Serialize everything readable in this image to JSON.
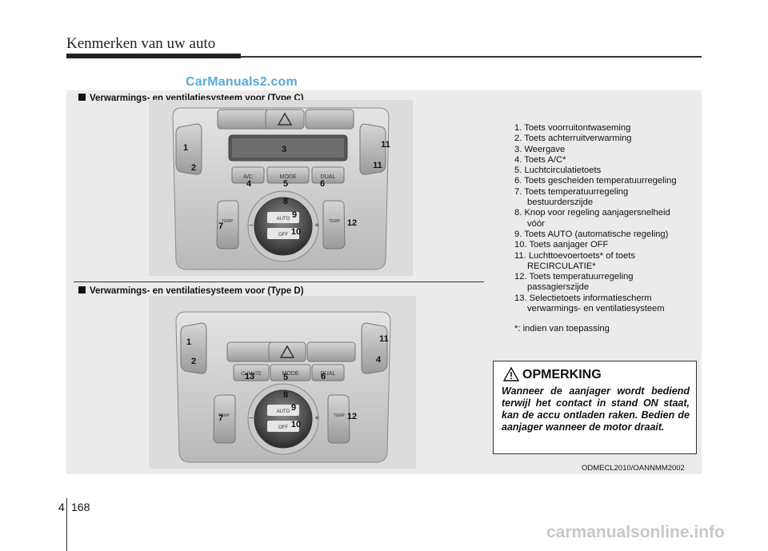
{
  "header": {
    "title": "Kenmerken van uw auto"
  },
  "watermark_top": "CarManuals2.com",
  "sections": {
    "type_c": {
      "heading": "Verwarmings- en ventilatiesysteem voor (Type C)"
    },
    "type_d": {
      "heading": "Verwarmings- en ventilatiesysteem voor (Type D)"
    }
  },
  "panel_c": {
    "button_labels": {
      "ac": "A/C",
      "mode": "MODE",
      "dual": "DUAL",
      "temp": "TEMP",
      "auto": "AUTO",
      "off": "OFF"
    },
    "callouts": {
      "c1": "1",
      "c2": "2",
      "c3": "3",
      "c4": "4",
      "c5": "5",
      "c6": "6",
      "c7": "7",
      "c8": "8",
      "c9": "9",
      "c10": "10",
      "c11a": "11",
      "c11b": "11",
      "c12": "12"
    }
  },
  "panel_d": {
    "button_labels": {
      "climate": "CLIMATE",
      "mode": "MODE",
      "dual": "DUAL",
      "temp": "TEMP",
      "auto": "AUTO",
      "off": "OFF"
    },
    "callouts": {
      "c1": "1",
      "c2": "2",
      "c4": "4",
      "c5": "5",
      "c6": "6",
      "c7": "7",
      "c8": "8",
      "c9": "9",
      "c10": "10",
      "c11": "11",
      "c12": "12",
      "c13": "13"
    }
  },
  "legend": {
    "items": [
      "1. Toets voorruitontwaseming",
      "2. Toets achterruitverwarming",
      "3. Weergave",
      "4. Toets A/C*",
      "5. Luchtcirculatietoets",
      "6. Toets gescheiden temperatuurregeling",
      "7. Toets temperatuurregeling",
      "bestuurderszijde",
      "8. Knop voor regeling aanjagersnelheid",
      "vóór",
      "9. Toets AUTO (automatische regeling)",
      "10. Toets aanjager OFF",
      "11. Luchttoevoertoets* of toets",
      "RECIRCULATIE*",
      "12. Toets temperatuurregeling",
      "passagierszijde",
      "13. Selectietoets informatiescherm",
      "verwarmings- en ventilatiesysteem"
    ],
    "footnote": "*: indien van toepassing"
  },
  "notice": {
    "title": "OPMERKING",
    "body": "Wanneer de aanjager wordt bediend terwijl het contact in stand ON staat, kan de accu ontladen raken. Bedien de aanjager wanneer de motor draait."
  },
  "figure_code": "ODMECL2010/OANNMM2002",
  "footer": {
    "section": "4",
    "page": "168"
  },
  "watermark_bottom": "carmanualsonline.info",
  "colors": {
    "callout": "#111111",
    "panel_bg": "#ebebeb",
    "watermark": "#5aa9d6"
  }
}
